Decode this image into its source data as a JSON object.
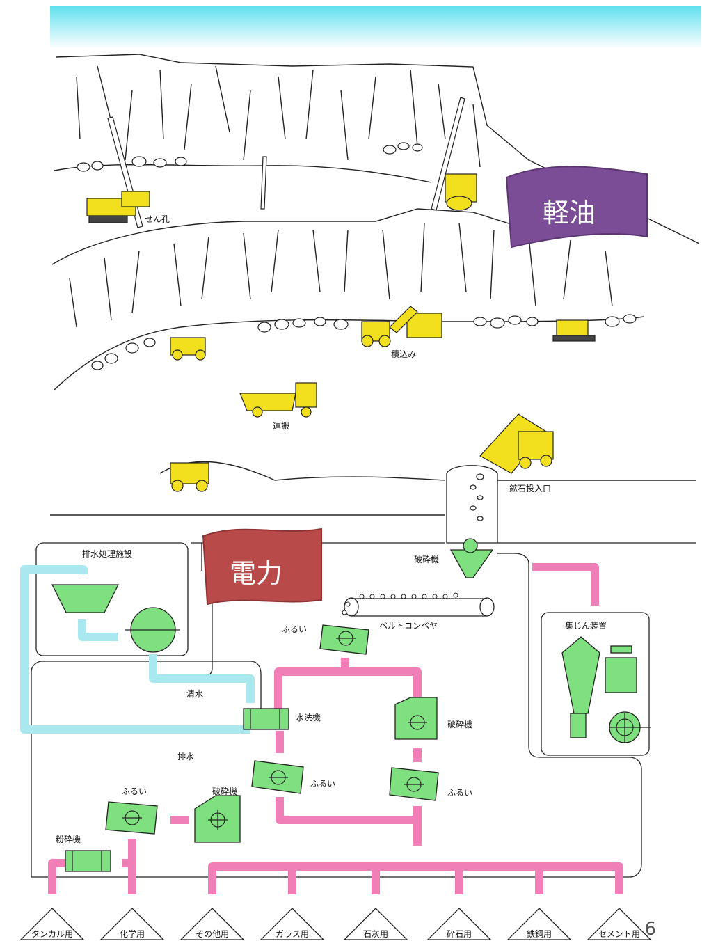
{
  "banners": {
    "fuel": "軽油",
    "power": "電力"
  },
  "mine_labels": {
    "drilling": "せん孔",
    "loading": "積込み",
    "hauling": "運搬",
    "ore_inlet": "鉱石投入口"
  },
  "plant_labels": {
    "wastewater_facility": "排水処理施設",
    "primary_crusher": "破砕機",
    "belt_conveyor": "ベルトコンベヤ",
    "screen_top": "ふるい",
    "dust_collector": "集じん装置",
    "clean_water": "清水",
    "washer": "水洗機",
    "crusher_right": "破砕機",
    "drainage": "排水",
    "screen_mid_left": "ふるい",
    "screen_mid_right": "ふるい",
    "screen_left": "ふるい",
    "crusher_left": "破砕機",
    "pulverizer": "粉砕機"
  },
  "product_piles": [
    "タンカル用",
    "化学用",
    "その他用",
    "ガラス用",
    "石灰用",
    "砕石用",
    "鉄鋼用",
    "セメント用"
  ],
  "page_number": "6",
  "colors": {
    "equipment_green": "#7ee07e",
    "water_pipe": "#a9e8ee",
    "product_pipe": "#f07fb8",
    "machine_yellow": "#f2e01e",
    "fuel_banner": "#7b4d96",
    "power_banner": "#b84a4a",
    "header_gradient": "#e6fafe"
  }
}
